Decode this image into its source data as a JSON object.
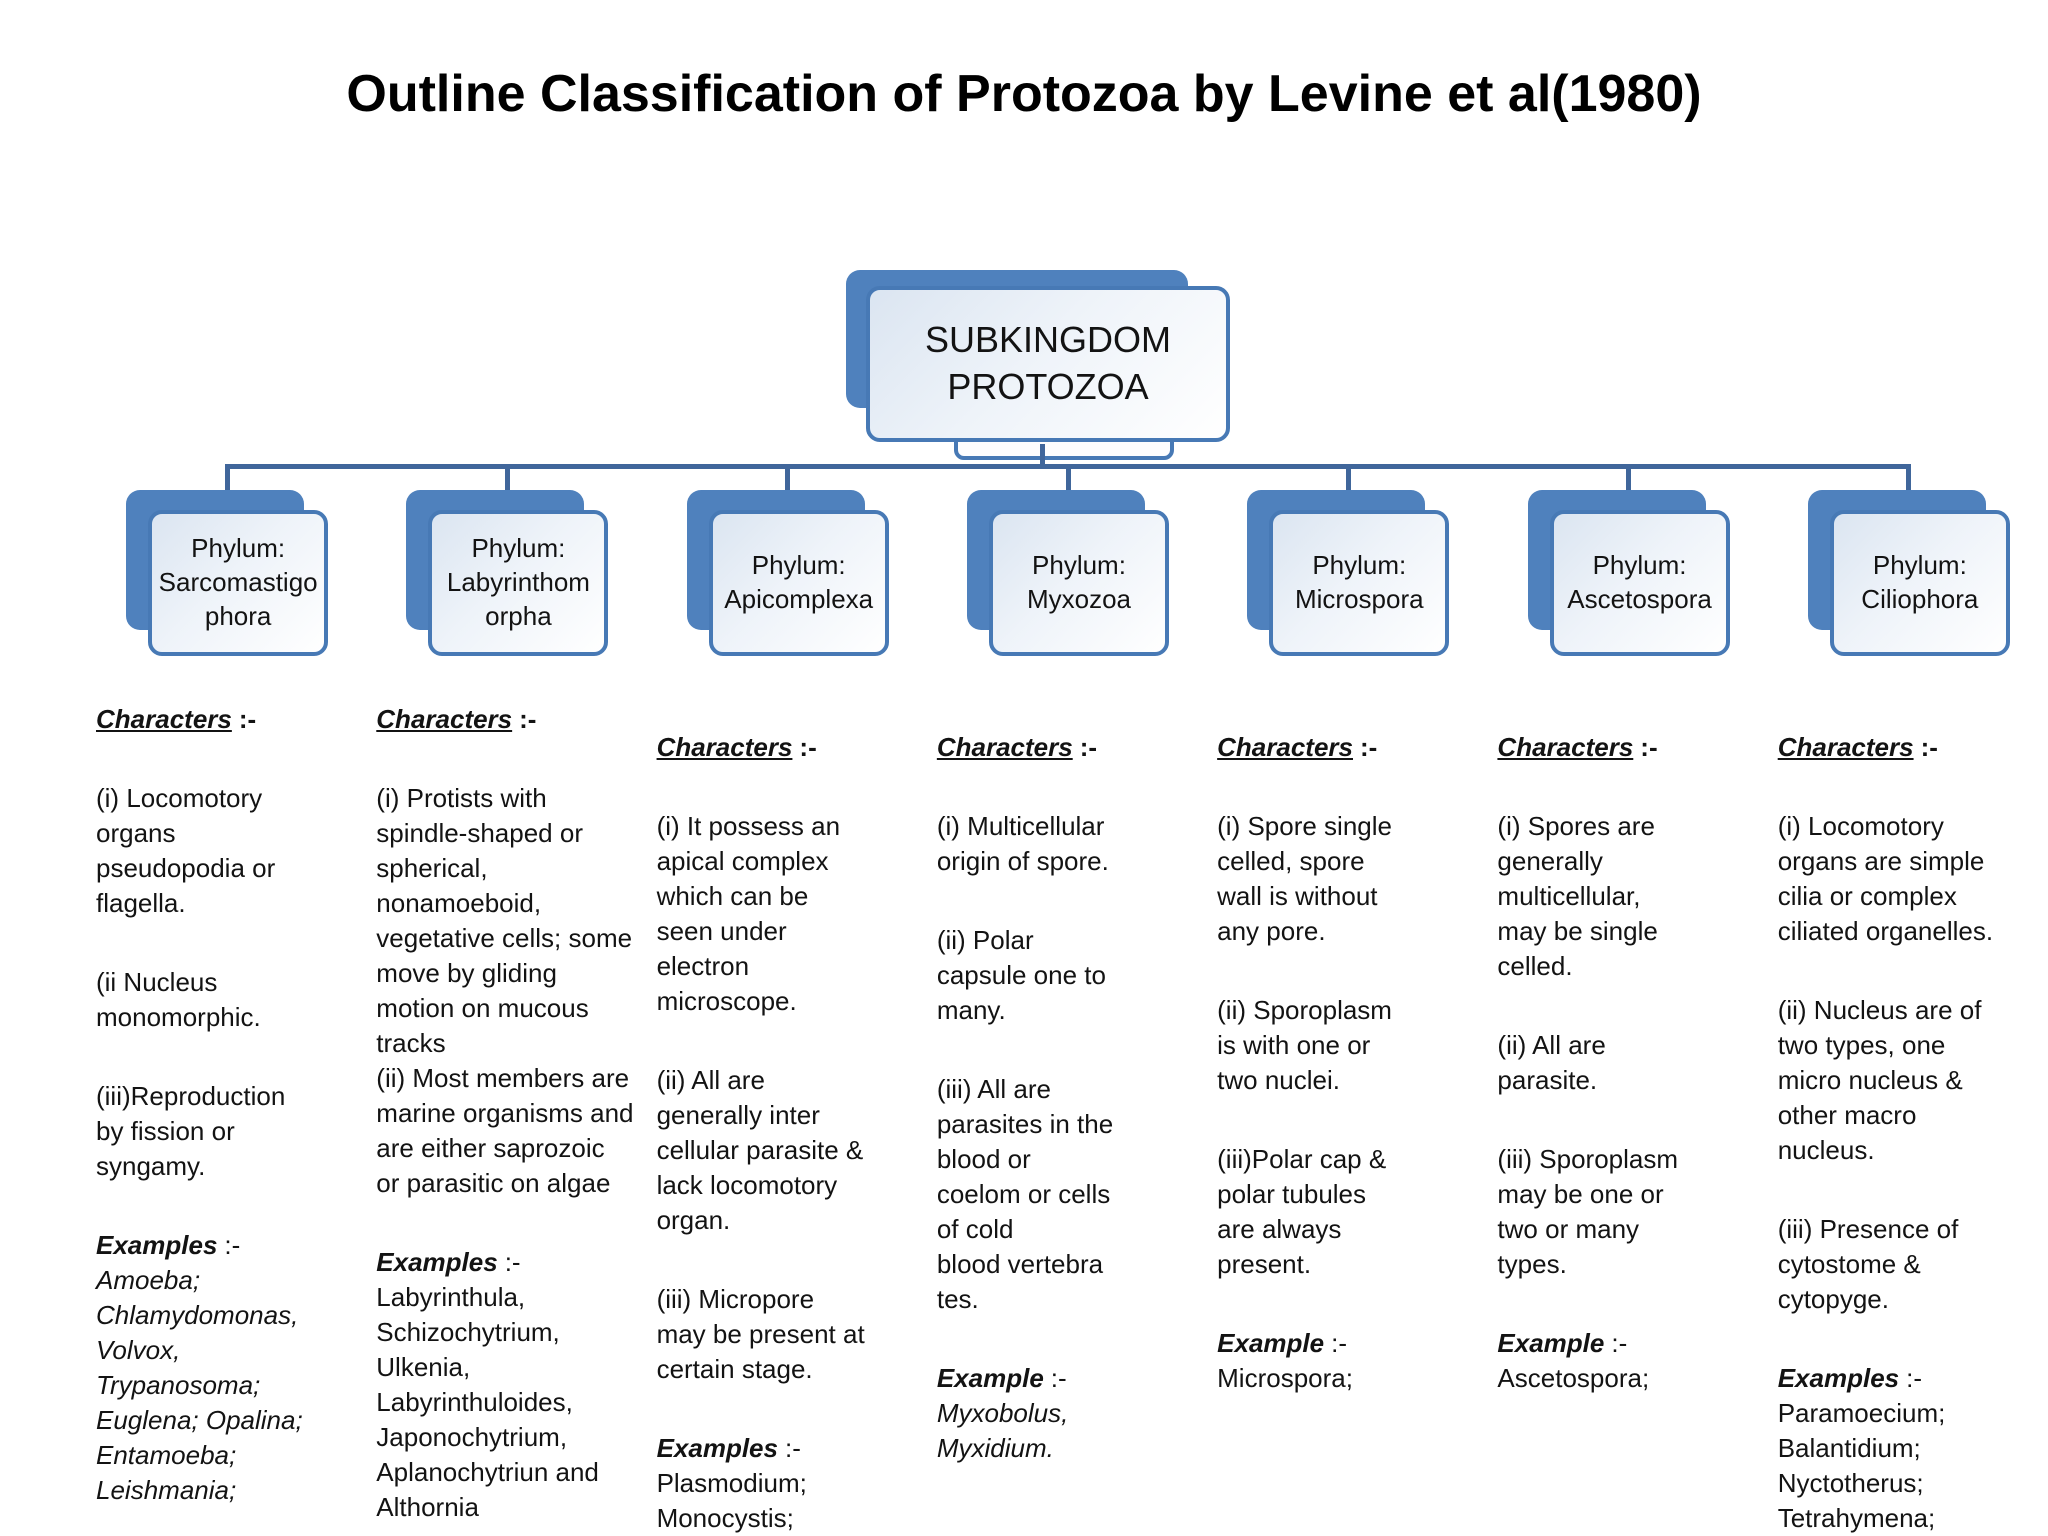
{
  "title": "Outline Classification of Protozoa by Levine et al(1980)",
  "root": {
    "label": "SUBKINGDOM\nPROTOZOA"
  },
  "colors": {
    "shape_blue": "#4f81bd",
    "shape_border": "#4779b5",
    "connector": "#40669b"
  },
  "columns": [
    {
      "phylum": "Phylum:\nSarcomastigo\nphora",
      "characters_label": "Characters",
      "characters_suffix": ":-",
      "characters": [
        "(i) Locomotory\norgans\npseudopodia or\nflagella.",
        "(ii Nucleus\nmonomorphic.",
        "(iii)Reproduction\nby fission or\nsyngamy."
      ],
      "examples_label": "Examples",
      "examples_suffix": ":-",
      "examples": "Amoeba;\nChlamydomonas,\nVolvox,\nTrypanosoma;\nEuglena; Opalina;\nEntamoeba;\nLeishmania;"
    },
    {
      "phylum": "Phylum:\nLabyrinthom\norpha",
      "characters_label": "Characters",
      "characters_suffix": ":-",
      "characters": [
        "(i) Protists with\nspindle-shaped or\nspherical,\nnonamoeboid,\nvegetative cells; some\nmove by gliding\nmotion on mucous\ntracks",
        "(ii) Most members are\nmarine organisms and\nare either saprozoic\nor parasitic on algae"
      ],
      "examples_label": "Examples",
      "examples_suffix": ":-",
      "examples": "Labyrinthula,\nSchizochytrium,\nUlkenia,\nLabyrinthuloides,\nJaponochytrium,\nAplanochytriun and\nAlthornia"
    },
    {
      "phylum": "Phylum:\nApicomplexa",
      "characters_label": "Characters",
      "characters_suffix": ":-",
      "characters": [
        "(i) It possess an\napical complex\nwhich can be\nseen under\nelectron\nmicroscope.",
        "(ii) All are\ngenerally inter\ncellular parasite &\nlack locomotory\norgan.",
        "(iii) Micropore\nmay be present at\ncertain stage."
      ],
      "examples_label": "Examples",
      "examples_suffix": ":-",
      "examples": "Plasmodium;\nMonocystis;"
    },
    {
      "phylum": "Phylum:\nMyxozoa",
      "characters_label": "Characters",
      "characters_suffix": ":-",
      "characters": [
        "(i) Multicellular\norigin of spore.",
        "(ii) Polar\ncapsule one to\nmany.",
        "(iii) All are\nparasites in the\nblood or\ncoelom or cells\nof cold\nblood vertebra\ntes."
      ],
      "examples_label": "Example",
      "examples_suffix": ":-",
      "examples": "Myxobolus,\nMyxidium."
    },
    {
      "phylum": "Phylum:\nMicrospora",
      "characters_label": "Characters",
      "characters_suffix": ":-",
      "characters": [
        "(i) Spore single\ncelled, spore\nwall is without\nany pore.",
        "(ii) Sporoplasm\nis with one or\ntwo nuclei.",
        "(iii)Polar cap &\npolar tubules\nare always\npresent."
      ],
      "examples_label": "Example",
      "examples_suffix": ":-",
      "examples": "Microspora;"
    },
    {
      "phylum": "Phylum:\nAscetospora",
      "characters_label": "Characters",
      "characters_suffix": ":-",
      "characters": [
        "(i) Spores are\ngenerally\nmulticellular,\nmay be single\ncelled.",
        "(ii) All are\nparasite.",
        "(iii) Sporoplasm\nmay be one or\ntwo or many\ntypes."
      ],
      "examples_label": "Example",
      "examples_suffix": ":-",
      "examples": "Ascetospora;"
    },
    {
      "phylum": "Phylum:\nCiliophora",
      "characters_label": "Characters",
      "characters_suffix": ":-",
      "characters": [
        "(i) Locomotory\norgans are simple\ncilia or complex\nciliated organelles.",
        "(ii) Nucleus are of\ntwo types, one\nmicro nucleus &\nother macro\nnucleus.",
        "(iii) Presence of\ncytostome &\ncytopyge."
      ],
      "examples_label": "Examples",
      "examples_suffix": ":-",
      "examples": "Paramoecium;\nBalantidium;\nNyctotherus;\nTetrahymena;"
    }
  ]
}
